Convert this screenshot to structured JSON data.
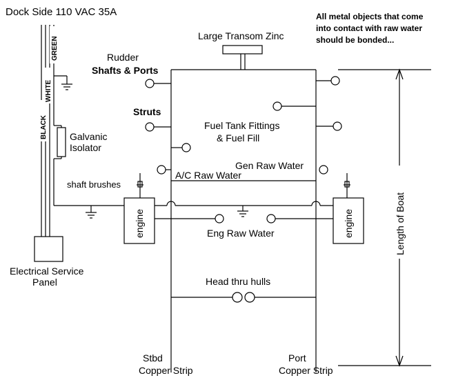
{
  "dock_label": "Dock Side 110 VAC 35A",
  "note": [
    "All metal objects that come",
    "into contact with raw water",
    "should be bonded..."
  ],
  "wires": {
    "black": "BLACK",
    "white": "WHITE",
    "green": "GREEN"
  },
  "isolator": [
    "Galvanic",
    "Isolator"
  ],
  "panel": [
    "Electrical Service",
    "Panel"
  ],
  "zinc": "Large Transom Zinc",
  "rudder": "Rudder",
  "shafts_ports": "Shafts & Ports",
  "struts": "Struts",
  "fuel": [
    "Fuel Tank Fittings",
    "& Fuel Fill"
  ],
  "gen_raw": "Gen Raw Water",
  "ac_raw": "A/C Raw Water",
  "shaft_brushes": "shaft brushes",
  "engine": "engine",
  "eng_raw": "Eng Raw Water",
  "head": "Head thru hulls",
  "stbd": [
    "Stbd",
    "Copper Strip"
  ],
  "port": [
    "Port",
    "Copper Strip"
  ],
  "length": "Length of Boat"
}
